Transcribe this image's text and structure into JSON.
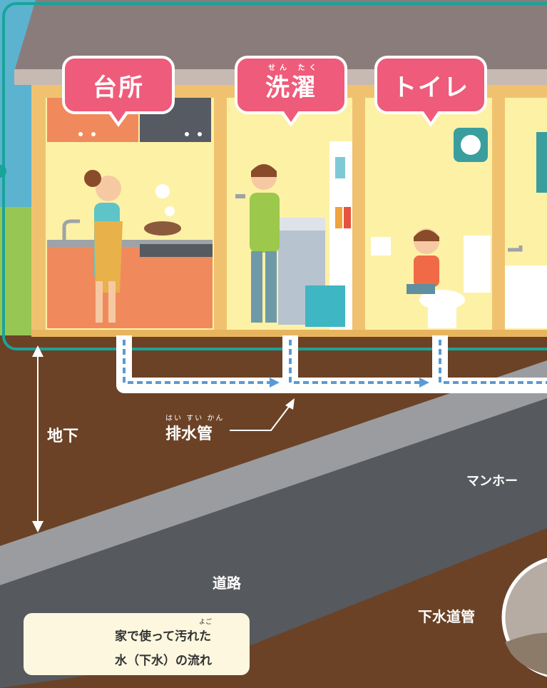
{
  "callouts": {
    "kitchen": "台所",
    "laundry": "洗濯",
    "laundry_ruby": "せん たく",
    "toilet": "トイレ"
  },
  "labels": {
    "underground": "地下",
    "drain_pipe": "排水管",
    "drain_pipe_ruby": "はい すい かん",
    "manhole": "マンホー",
    "road": "道路",
    "sewer_pipe": "下水道管"
  },
  "legend": {
    "line1": "家で使って汚れた",
    "line1_ruby": "よご",
    "line2": "水（下水）の流れ"
  },
  "colors": {
    "house_border": "#1aa39a",
    "callout": "#ef5b7a",
    "flow_arrow": "#5b9ad5",
    "soil": "#6b4226",
    "road": "#55585e",
    "wall": "#fdf1a6"
  }
}
